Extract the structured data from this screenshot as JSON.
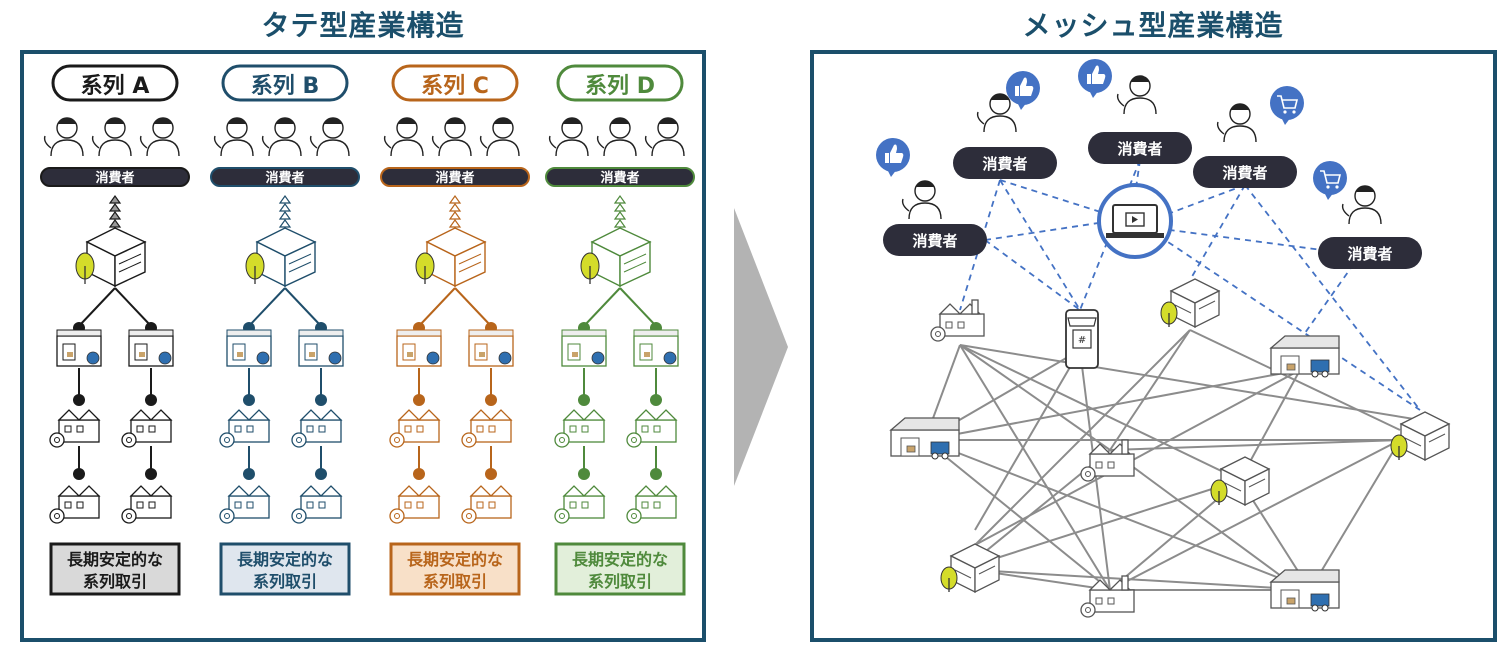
{
  "left_panel": {
    "title": "タテ型産業構造",
    "columns": [
      {
        "series": "系列 A",
        "consumer": "消費者",
        "note_line1": "長期安定的な",
        "note_line2": "系列取引",
        "color": "#1a1a1a",
        "note_bg": "#d9d9d9"
      },
      {
        "series": "系列 B",
        "consumer": "消費者",
        "note_line1": "長期安定的な",
        "note_line2": "系列取引",
        "color": "#1f4e6b",
        "note_bg": "#dfe6ee"
      },
      {
        "series": "系列 C",
        "consumer": "消費者",
        "note_line1": "長期安定的な",
        "note_line2": "系列取引",
        "color": "#b8651b",
        "note_bg": "#f8e0c8"
      },
      {
        "series": "系列 D",
        "consumer": "消費者",
        "note_line1": "長期安定的な",
        "note_line2": "系列取引",
        "color": "#4f8a3c",
        "note_bg": "#e2efda"
      }
    ]
  },
  "right_panel": {
    "title": "メッシュ型産業構造",
    "consumers": [
      {
        "label": "消費者",
        "icon": "thumbs-up-icon"
      },
      {
        "label": "消費者",
        "icon": "thumbs-up-icon"
      },
      {
        "label": "消費者",
        "icon": "thumbs-up-icon"
      },
      {
        "label": "消費者",
        "icon": "shopping-cart-icon"
      },
      {
        "label": "消費者",
        "icon": "shopping-cart-icon"
      }
    ],
    "accent_color": "#4472c4",
    "mesh_color": "#8c8c8c"
  },
  "arrow_color": "#b3b3b3"
}
